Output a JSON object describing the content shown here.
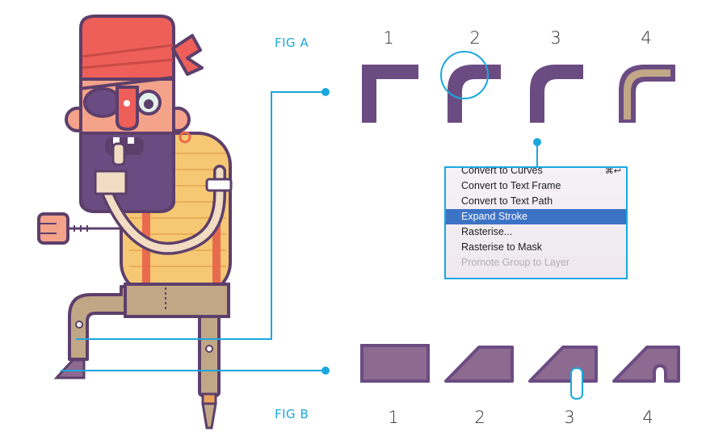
{
  "fig_a": {
    "label": "FIG A",
    "numbers": [
      "1",
      "2",
      "3",
      "4"
    ]
  },
  "fig_b": {
    "label": "FIG B",
    "numbers": [
      "1",
      "2",
      "3",
      "4"
    ]
  },
  "context_menu": {
    "items": [
      {
        "label": "Convert to Curves",
        "shortcut": "⌘↩",
        "state": "normal"
      },
      {
        "label": "Convert to Text Frame",
        "shortcut": "",
        "state": "normal"
      },
      {
        "label": "Convert to Text Path",
        "shortcut": "",
        "state": "normal"
      },
      {
        "label": "Expand Stroke",
        "shortcut": "",
        "state": "selected"
      },
      {
        "label": "Rasterise...",
        "shortcut": "",
        "state": "normal"
      },
      {
        "label": "Rasterise to Mask",
        "shortcut": "",
        "state": "normal"
      },
      {
        "label": "Promote Group to Layer",
        "shortcut": "",
        "state": "disabled"
      }
    ]
  },
  "colors": {
    "accent": "#1aa7dd",
    "shape_fill": "#6b4c82",
    "shape_fill_light": "#8d6a8f",
    "leg_fill": "#c2a787",
    "bandana": "#ee5f5a",
    "selection": "#3d73c4"
  }
}
